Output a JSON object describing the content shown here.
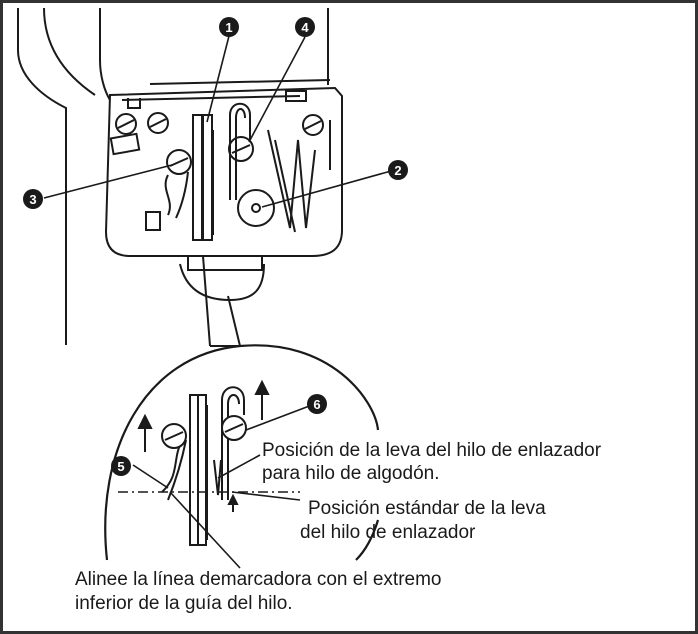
{
  "callouts": [
    "1",
    "2",
    "3",
    "4",
    "5",
    "6"
  ],
  "labels": {
    "cotton_cam_position_line1": "Posición de la leva del hilo de enlazador",
    "cotton_cam_position_line2": "para hilo de algodón.",
    "standard_cam_position_line1": "Posición estándar de la leva",
    "standard_cam_position_line2": "del hilo de enlazador",
    "align_instruction_line1": "Alinee la línea demarcadora con el extremo",
    "align_instruction_line2": "inferior de la guía del hilo."
  },
  "colors": {
    "line": "#1a1a1a",
    "fill_light": "#f4f4f4",
    "border": "#333333"
  }
}
